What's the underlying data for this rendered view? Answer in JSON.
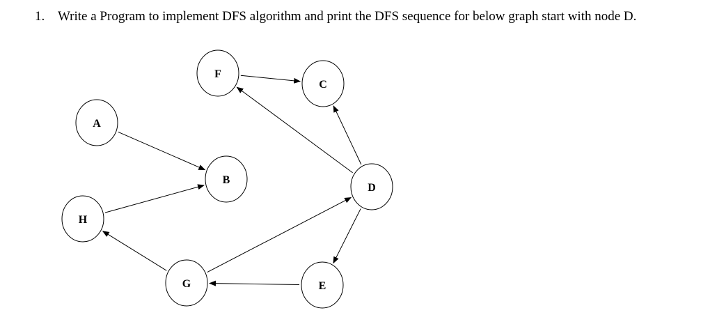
{
  "question": {
    "number": "1.",
    "text": "Write a Program to implement DFS algorithm and print the DFS sequence for below graph start with node D."
  },
  "graph": {
    "nodes": [
      {
        "id": "F",
        "label": "F"
      },
      {
        "id": "C",
        "label": "C"
      },
      {
        "id": "A",
        "label": "A"
      },
      {
        "id": "B",
        "label": "B"
      },
      {
        "id": "D",
        "label": "D"
      },
      {
        "id": "H",
        "label": "H"
      },
      {
        "id": "G",
        "label": "G"
      },
      {
        "id": "E",
        "label": "E"
      }
    ],
    "edges": [
      {
        "from": "F",
        "to": "C"
      },
      {
        "from": "D",
        "to": "F"
      },
      {
        "from": "D",
        "to": "C"
      },
      {
        "from": "A",
        "to": "B"
      },
      {
        "from": "H",
        "to": "B"
      },
      {
        "from": "G",
        "to": "D"
      },
      {
        "from": "D",
        "to": "E"
      },
      {
        "from": "E",
        "to": "G"
      },
      {
        "from": "G",
        "to": "H"
      }
    ]
  }
}
